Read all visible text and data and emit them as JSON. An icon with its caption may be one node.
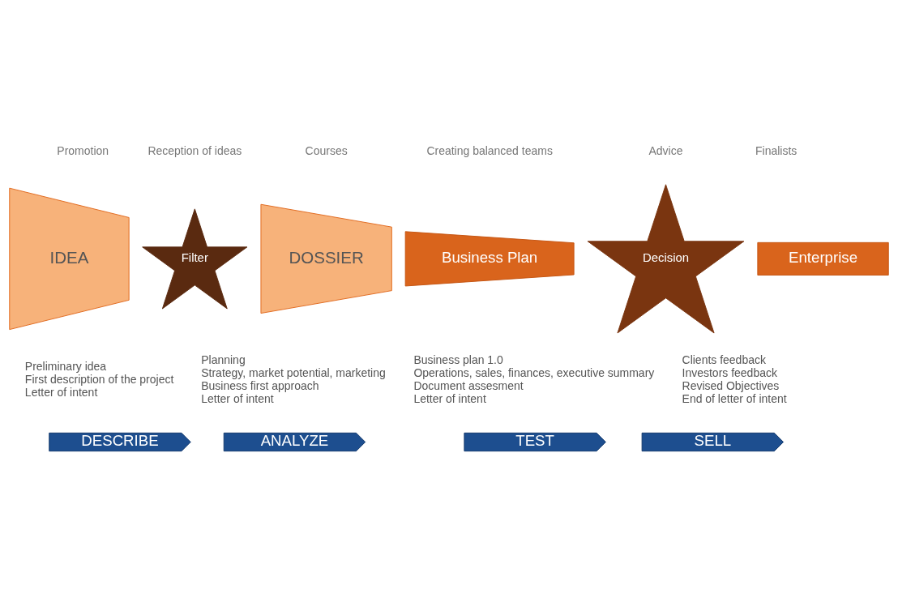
{
  "diagram": {
    "nodes": [
      {
        "text": [
          "IDEA"
        ],
        "beside": [
          "Preliminary idea",
          "First description of the project",
          "Letter of intent"
        ]
      },
      {
        "text": [
          "Filter"
        ]
      },
      {
        "text": [
          "DOSSIER"
        ],
        "beside": [
          "Planning",
          "Strategy, market potential, marketing",
          "Business first approach",
          "Letter of intent"
        ]
      },
      {
        "text": [
          "Business Plan"
        ],
        "beside": [
          "Business plan 1.0",
          "Operations, sales, finances, executive summary",
          "Document assesment",
          "Letter of intent"
        ]
      },
      {
        "text": [
          "Decision"
        ]
      },
      {
        "text": [
          "Enterprise"
        ],
        "beside": [
          "Clients feedback",
          "Investors feedback",
          "Revised Objectives",
          "End of letter of intent"
        ]
      },
      {
        "text": [
          "DESCRIBE"
        ]
      },
      {
        "text": [
          "ANALYZE"
        ]
      },
      {
        "text": [
          "TEST"
        ]
      },
      {
        "text": [
          "SELL"
        ]
      }
    ],
    "edges": [],
    "labels": [
      "Promotion",
      "Reception of ideas",
      "Courses",
      "Creating balanced teams",
      "Advice",
      "Finalists"
    ]
  }
}
